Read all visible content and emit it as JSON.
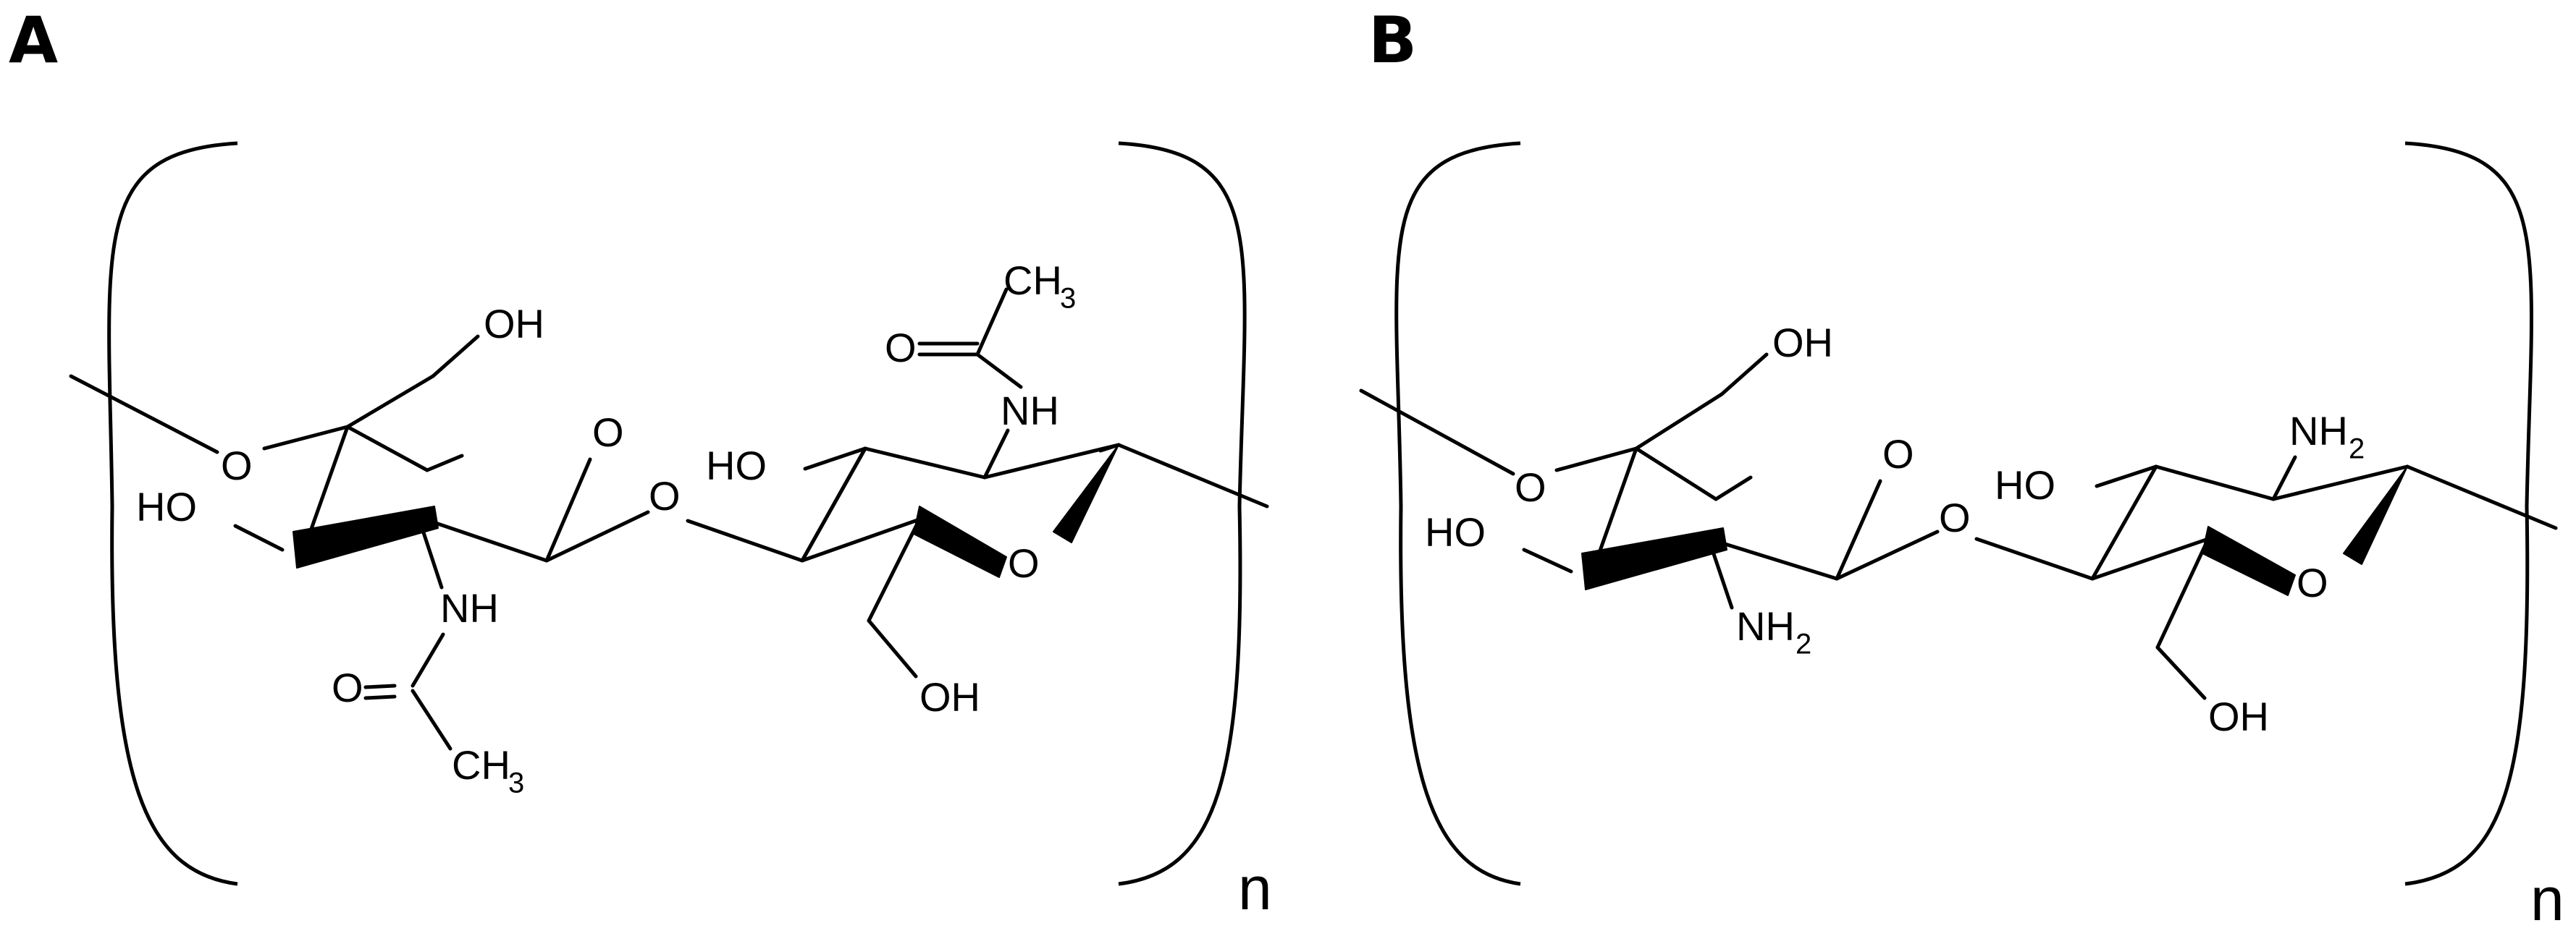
{
  "panels": [
    {
      "label": "A",
      "repeat_index": "n",
      "atoms": {
        "ring1_oxygen": "O",
        "glycosidic_left_o": "O",
        "glycosidic_mid_o": "O",
        "ring2_oxygen": "O",
        "ring1_ho": "HO",
        "ring2_ho": "HO",
        "ring1_ch2oh": "OH",
        "ring2_ch2oh": "OH",
        "ring1_nh": "NH",
        "ring2_nh": "NH",
        "ring1_carbonyl_o": "O",
        "ring2_carbonyl_o": "O",
        "ring1_ch3": "CH",
        "ring1_ch3_sub": "3",
        "ring2_ch3": "CH",
        "ring2_ch3_sub": "3"
      }
    },
    {
      "label": "B",
      "repeat_index": "n",
      "atoms": {
        "ring1_oxygen": "O",
        "glycosidic_left_o": "O",
        "glycosidic_mid_o": "O",
        "ring2_oxygen": "O",
        "ring1_ho": "HO",
        "ring2_ho": "HO",
        "ring1_ch2oh": "OH",
        "ring2_ch2oh": "OH",
        "ring1_nh2": "NH",
        "ring1_nh2_sub": "2",
        "ring2_nh2": "NH",
        "ring2_nh2_sub": "2"
      }
    }
  ]
}
